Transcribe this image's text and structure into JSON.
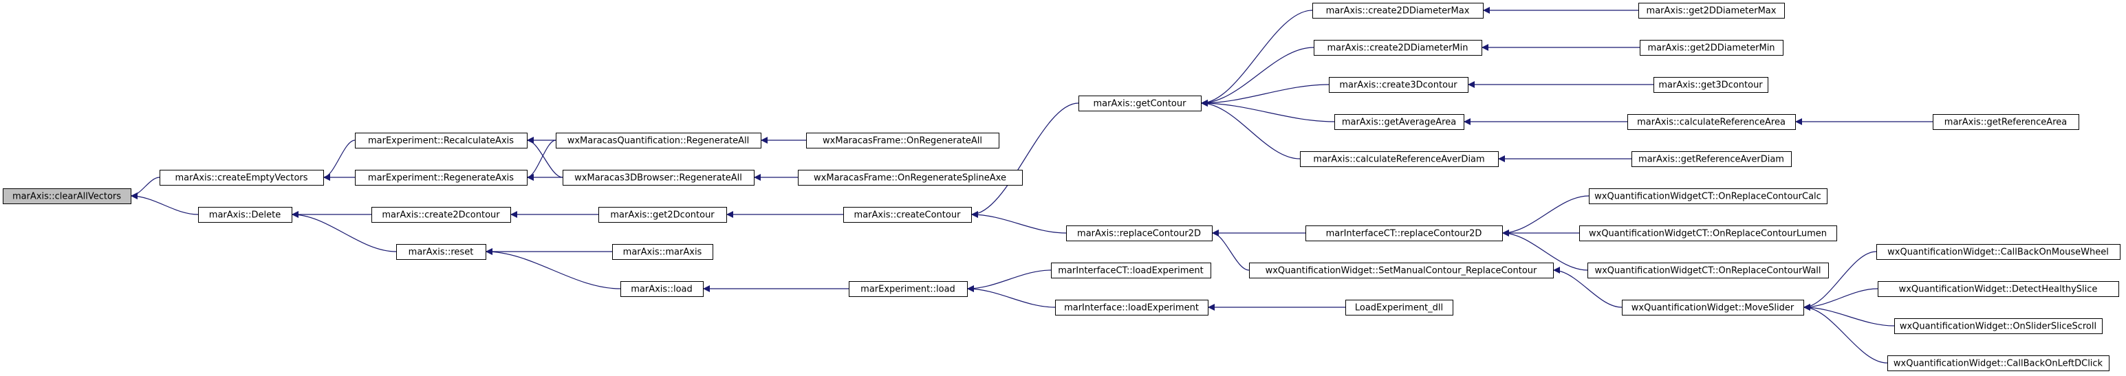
{
  "nodes": [
    {
      "id": "n1",
      "label": "marAxis::clearAllVectors",
      "root": true
    },
    {
      "id": "n2",
      "label": "marAxis::createEmptyVectors"
    },
    {
      "id": "n3",
      "label": "marAxis::Delete"
    },
    {
      "id": "n4",
      "label": "marExperiment::RecalculateAxis"
    },
    {
      "id": "n5",
      "label": "marExperiment::RegenerateAxis"
    },
    {
      "id": "n6",
      "label": "marAxis::create2Dcontour"
    },
    {
      "id": "n7",
      "label": "marAxis::reset"
    },
    {
      "id": "n8",
      "label": "wxMaracasQuantification::RegenerateAll"
    },
    {
      "id": "n9",
      "label": "wxMaracas3DBrowser::RegenerateAll"
    },
    {
      "id": "n10",
      "label": "marAxis::get2Dcontour"
    },
    {
      "id": "n11",
      "label": "marAxis::marAxis"
    },
    {
      "id": "n12",
      "label": "marAxis::load"
    },
    {
      "id": "n13",
      "label": "wxMaracasFrame::OnRegenerateAll"
    },
    {
      "id": "n14",
      "label": "wxMaracasFrame::OnRegenerateSplineAxe"
    },
    {
      "id": "n15",
      "label": "marAxis::createContour"
    },
    {
      "id": "n16",
      "label": "marExperiment::load"
    },
    {
      "id": "n17",
      "label": "marAxis::getContour"
    },
    {
      "id": "n18",
      "label": "marAxis::replaceContour2D"
    },
    {
      "id": "n19",
      "label": "marInterfaceCT::loadExperiment"
    },
    {
      "id": "n20",
      "label": "marInterface::loadExperiment"
    },
    {
      "id": "n21",
      "label": "marAxis::create2DDiameterMax"
    },
    {
      "id": "n22",
      "label": "marAxis::create2DDiameterMin"
    },
    {
      "id": "n23",
      "label": "marAxis::create3Dcontour"
    },
    {
      "id": "n24",
      "label": "marAxis::getAverageArea"
    },
    {
      "id": "n25",
      "label": "marAxis::calculateReferenceAverDiam"
    },
    {
      "id": "n26",
      "label": "marInterfaceCT::replaceContour2D"
    },
    {
      "id": "n27",
      "label": "wxQuantificationWidget::SetManualContour_ReplaceContour"
    },
    {
      "id": "n28",
      "label": "LoadExperiment_dll"
    },
    {
      "id": "n29",
      "label": "marAxis::get2DDiameterMax"
    },
    {
      "id": "n30",
      "label": "marAxis::get2DDiameterMin"
    },
    {
      "id": "n31",
      "label": "marAxis::get3Dcontour"
    },
    {
      "id": "n32",
      "label": "marAxis::calculateReferenceArea"
    },
    {
      "id": "n33",
      "label": "marAxis::getReferenceAverDiam"
    },
    {
      "id": "n34",
      "label": "wxQuantificationWidgetCT::OnReplaceContourCalc"
    },
    {
      "id": "n35",
      "label": "wxQuantificationWidgetCT::OnReplaceContourLumen"
    },
    {
      "id": "n36",
      "label": "wxQuantificationWidgetCT::OnReplaceContourWall"
    },
    {
      "id": "n37",
      "label": "wxQuantificationWidget::MoveSlider"
    },
    {
      "id": "n38",
      "label": "marAxis::getReferenceArea"
    },
    {
      "id": "n39",
      "label": "wxQuantificationWidget::CallBackOnMouseWheel"
    },
    {
      "id": "n40",
      "label": "wxQuantificationWidget::DetectHealthySlice"
    },
    {
      "id": "n41",
      "label": "wxQuantificationWidget::OnSliderSliceScroll"
    },
    {
      "id": "n42",
      "label": "wxQuantificationWidget::CallBackOnLeftDClick"
    }
  ],
  "edges": [
    [
      "n2",
      "n1"
    ],
    [
      "n3",
      "n1"
    ],
    [
      "n4",
      "n2"
    ],
    [
      "n5",
      "n2"
    ],
    [
      "n6",
      "n3"
    ],
    [
      "n7",
      "n3"
    ],
    [
      "n8",
      "n4"
    ],
    [
      "n9",
      "n4"
    ],
    [
      "n8",
      "n5"
    ],
    [
      "n9",
      "n5"
    ],
    [
      "n10",
      "n6"
    ],
    [
      "n11",
      "n7"
    ],
    [
      "n12",
      "n7"
    ],
    [
      "n13",
      "n8"
    ],
    [
      "n14",
      "n9"
    ],
    [
      "n15",
      "n10"
    ],
    [
      "n16",
      "n12"
    ],
    [
      "n17",
      "n15"
    ],
    [
      "n18",
      "n15"
    ],
    [
      "n19",
      "n16"
    ],
    [
      "n20",
      "n16"
    ],
    [
      "n21",
      "n17"
    ],
    [
      "n22",
      "n17"
    ],
    [
      "n23",
      "n17"
    ],
    [
      "n24",
      "n17"
    ],
    [
      "n25",
      "n17"
    ],
    [
      "n26",
      "n18"
    ],
    [
      "n27",
      "n18"
    ],
    [
      "n28",
      "n20"
    ],
    [
      "n29",
      "n21"
    ],
    [
      "n30",
      "n22"
    ],
    [
      "n31",
      "n23"
    ],
    [
      "n32",
      "n24"
    ],
    [
      "n33",
      "n25"
    ],
    [
      "n34",
      "n26"
    ],
    [
      "n35",
      "n26"
    ],
    [
      "n36",
      "n26"
    ],
    [
      "n37",
      "n27"
    ],
    [
      "n38",
      "n32"
    ],
    [
      "n39",
      "n37"
    ],
    [
      "n40",
      "n37"
    ],
    [
      "n41",
      "n37"
    ],
    [
      "n42",
      "n37"
    ]
  ],
  "colors": {
    "edge": "#191970",
    "node_border": "#000000",
    "root_fill": "#bfbfbf",
    "node_fill": "#ffffff"
  }
}
